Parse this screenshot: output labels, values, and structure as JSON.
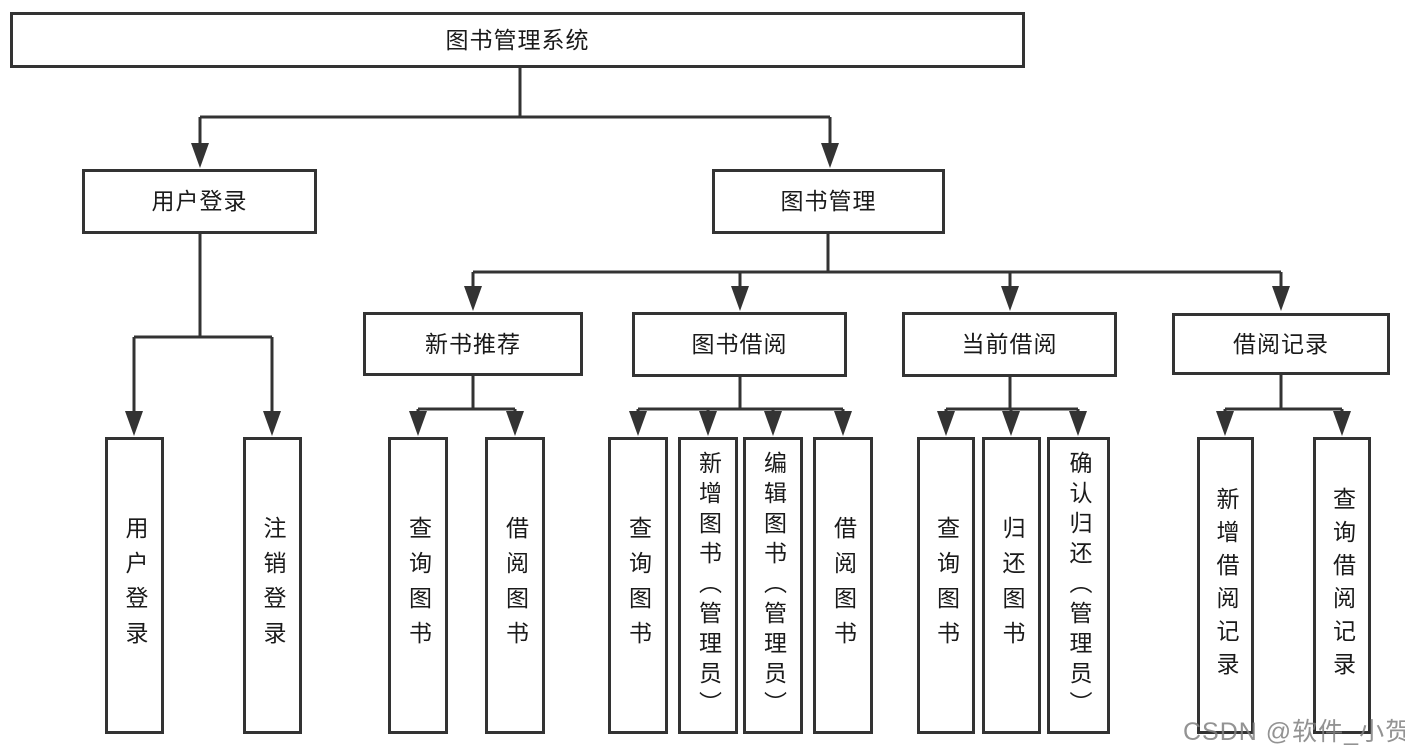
{
  "diagram_title": "图书管理系统",
  "nodes": {
    "root": "图书管理系统",
    "user_login": "用户登录",
    "book_mgmt": "图书管理",
    "new_book": "新书推荐",
    "book_borrow": "图书借阅",
    "current_borrow": "当前借阅",
    "borrow_record": "借阅记录",
    "g1": [
      "用户登录",
      "注销登录"
    ],
    "g2": [
      "查询图书",
      "借阅图书"
    ],
    "g3": [
      "查询图书",
      "新增图书（管理员）",
      "编辑图书（管理员）",
      "借阅图书"
    ],
    "g4": [
      "查询图书",
      "归还图书",
      "确认归还（管理员）"
    ],
    "g5": [
      "新增借阅记录",
      "查询借阅记录"
    ]
  },
  "watermark": "CSDN @软件_小贺同学",
  "colors": {
    "line": "#333333",
    "box_border": "#333333",
    "text": "#1a1a1a",
    "background": "#ffffff",
    "watermark": "#828282"
  }
}
